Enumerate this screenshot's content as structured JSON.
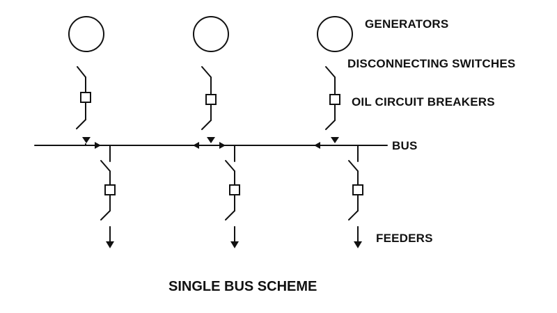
{
  "labels": {
    "generators": "GENERATORS",
    "disconnecting_switches": "DISCONNECTING SWITCHES",
    "oil_circuit_breakers": "OIL CIRCUIT BREAKERS",
    "bus": "BUS",
    "feeders": "FEEDERS"
  },
  "title": "SINGLE BUS SCHEME",
  "colors": {
    "ink": "#111111",
    "background": "#ffffff"
  },
  "diagram": {
    "generator_count": 3,
    "feeder_count": 3
  }
}
